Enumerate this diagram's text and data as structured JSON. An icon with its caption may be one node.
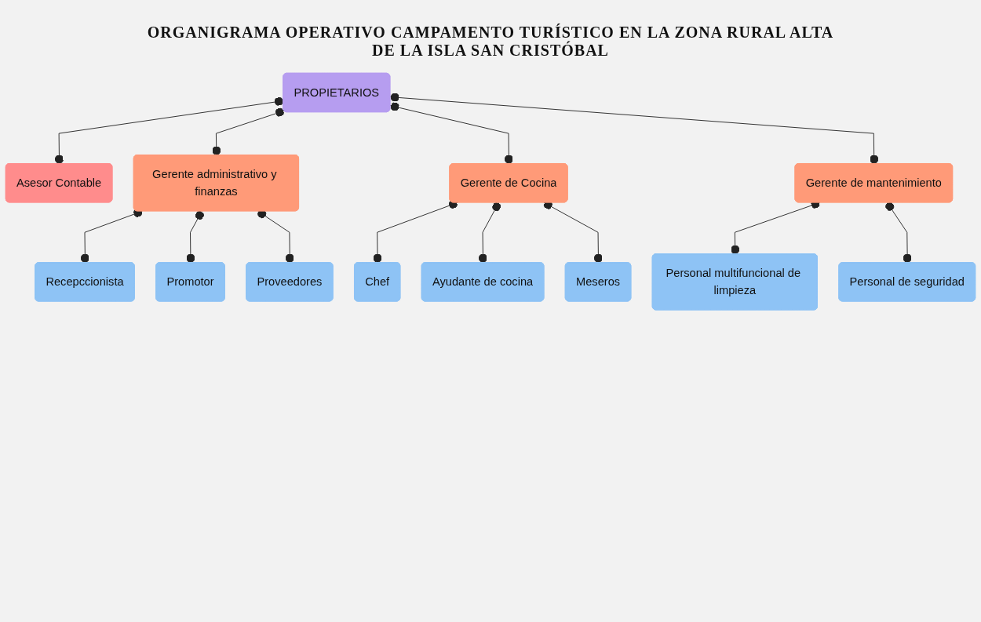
{
  "diagram": {
    "title": "ORGANIGRAMA OPERATIVO CAMPAMENTO TURÍSTICO EN LA ZONA RURAL ALTA DE LA ISLA SAN CRISTÓBAL",
    "nodes": [
      {
        "text": [
          "PROPIETARIOS"
        ]
      },
      {
        "text": [
          "Asesor Contable"
        ]
      },
      {
        "text": [
          "Gerente administrativo y finanzas"
        ]
      },
      {
        "text": [
          "Gerente de Cocina"
        ]
      },
      {
        "text": [
          "Gerente de mantenimiento"
        ]
      },
      {
        "text": [
          "Recepccionista"
        ]
      },
      {
        "text": [
          "Promotor"
        ]
      },
      {
        "text": [
          "Proveedores"
        ]
      },
      {
        "text": [
          "Chef"
        ]
      },
      {
        "text": [
          "Ayudante de cocina"
        ]
      },
      {
        "text": [
          "Meseros"
        ]
      },
      {
        "text": [
          "Personal multifuncional de limpieza"
        ]
      },
      {
        "text": [
          "Personal de seguridad"
        ]
      }
    ],
    "edges": [
      {
        "from": 0,
        "to": 1,
        "arrow": "other"
      },
      {
        "from": 0,
        "to": 2,
        "arrow": "other"
      },
      {
        "from": 0,
        "to": 3,
        "arrow": "other"
      },
      {
        "from": 0,
        "to": 4,
        "arrow": "other"
      },
      {
        "from": 2,
        "to": 5,
        "arrow": "other"
      },
      {
        "from": 2,
        "to": 6,
        "arrow": "other"
      },
      {
        "from": 2,
        "to": 7,
        "arrow": "other"
      },
      {
        "from": 3,
        "to": 8,
        "arrow": "other"
      },
      {
        "from": 3,
        "to": 9,
        "arrow": "other"
      },
      {
        "from": 3,
        "to": 10,
        "arrow": "other"
      },
      {
        "from": 4,
        "to": 11,
        "arrow": "other"
      },
      {
        "from": 4,
        "to": 12,
        "arrow": "other"
      }
    ]
  }
}
